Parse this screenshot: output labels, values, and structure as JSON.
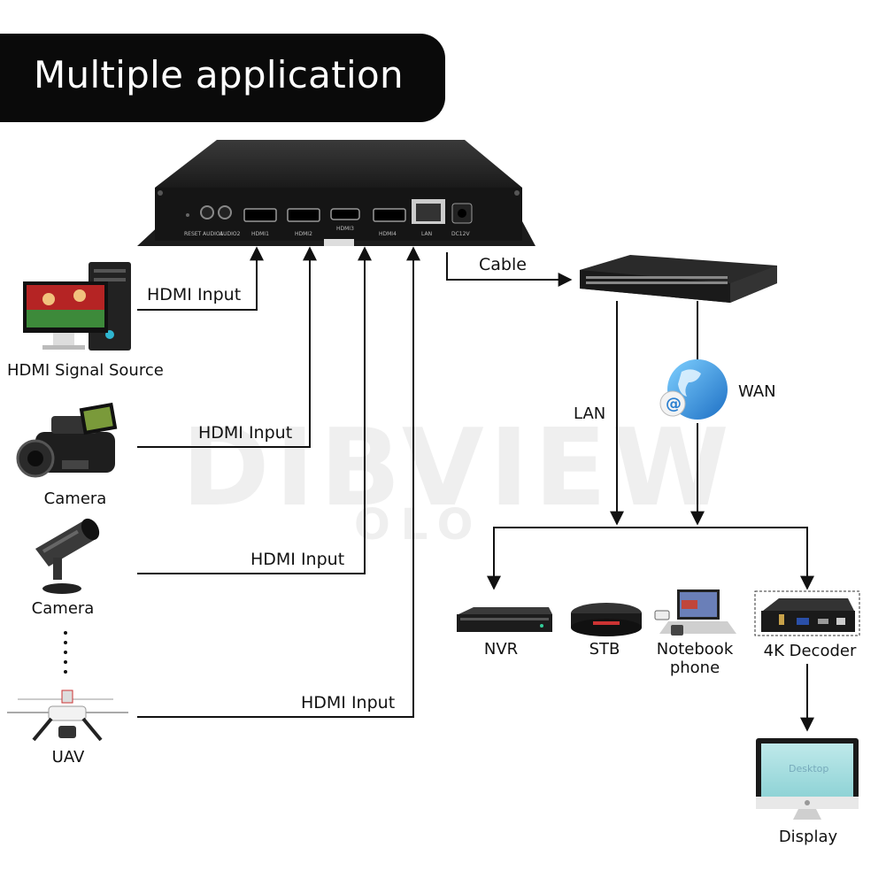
{
  "header": {
    "title": "Multiple application"
  },
  "device": {
    "port_labels": [
      "RESET",
      "AUDIO1",
      "AUDIO2",
      "HDMI1",
      "HDMI2",
      "HDMI3",
      "HDMI4",
      "LAN",
      "DC12V"
    ]
  },
  "sources": {
    "pc_label": "HDMI Signal Source",
    "camcorder_label": "Camera",
    "cctv_label": "Camera",
    "uav_label": "UAV"
  },
  "links": {
    "hdmi_input_1": "HDMI Input",
    "hdmi_input_2": "HDMI Input",
    "hdmi_input_3": "HDMI Input",
    "hdmi_input_4": "HDMI Input",
    "cable": "Cable",
    "lan": "LAN",
    "wan": "WAN"
  },
  "outputs": {
    "nvr": "NVR",
    "stb": "STB",
    "notebook": "Notebook\nphone",
    "notebook_line1": "Notebook",
    "notebook_line2": "phone",
    "decoder": "4K Decoder",
    "display": "Display",
    "display_screen_text": "Desktop"
  },
  "watermark": {
    "line1": "DIBVIEW",
    "line2": "OLO"
  }
}
